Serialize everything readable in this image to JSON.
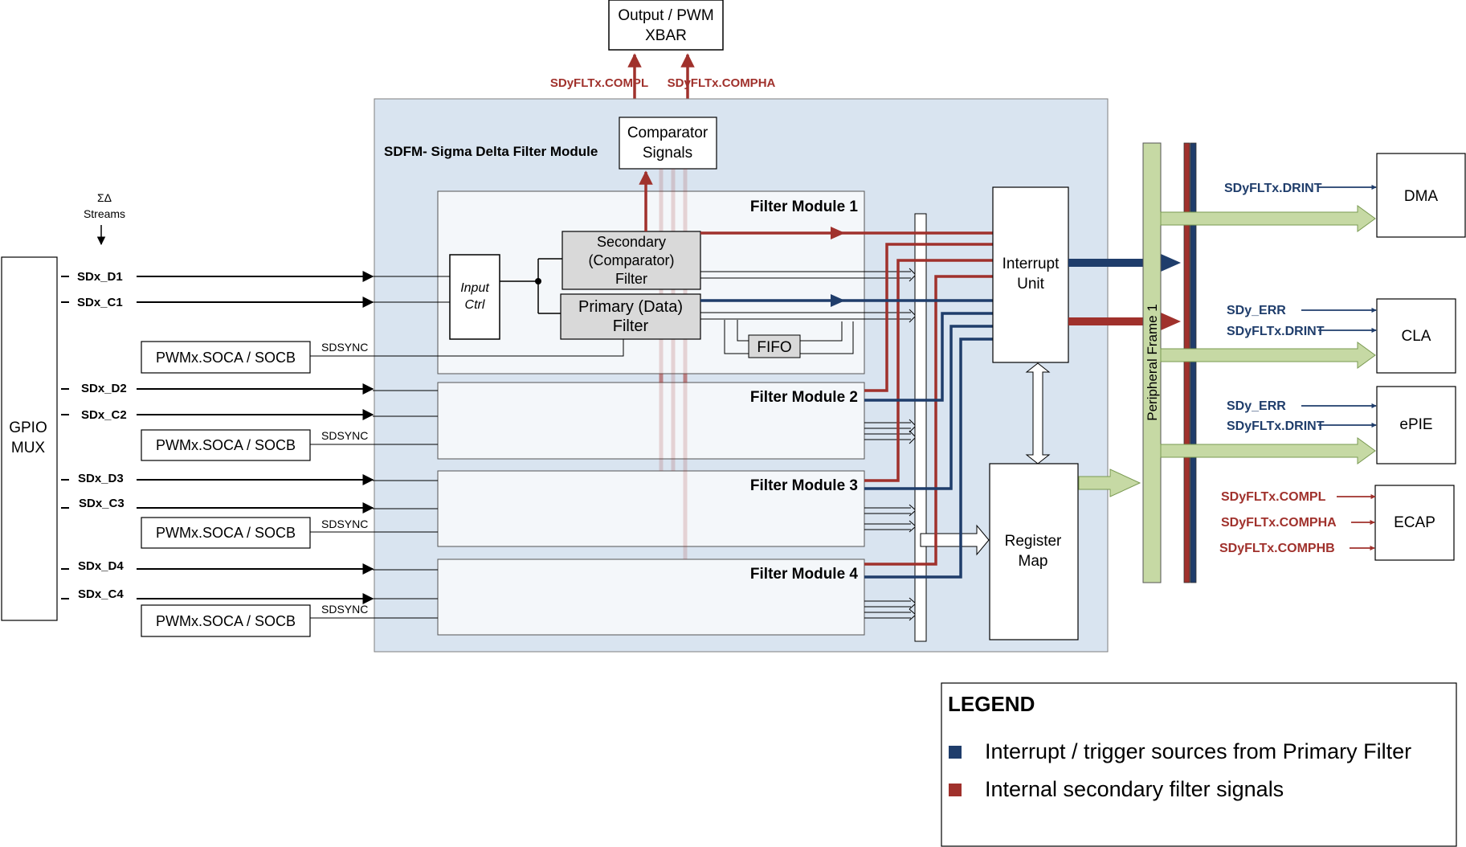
{
  "output_xbar": {
    "line1": "Output / PWM",
    "line2": "XBAR"
  },
  "xbar_signals": {
    "compl": "SDyFLTx.COMPL",
    "compha": "SDyFLTx.COMPHA"
  },
  "module_title": "SDFM- Sigma Delta Filter Module",
  "comparator_signals": {
    "line1": "Comparator",
    "line2": "Signals"
  },
  "sigma_delta": {
    "line1": "ΣΔ",
    "line2": "Streams"
  },
  "gpio_mux": {
    "line1": "GPIO",
    "line2": "MUX"
  },
  "input_pins": [
    "SDx_D1",
    "SDx_C1",
    "SDx_D2",
    "SDx_C2",
    "SDx_D3",
    "SDx_C3",
    "SDx_D4",
    "SDx_C4"
  ],
  "pwm_label": "PWMx.SOCA / SOCB",
  "sdsync_label": "SDSYNC",
  "filter_modules": [
    "Filter Module 1",
    "Filter Module 2",
    "Filter Module 3",
    "Filter Module 4"
  ],
  "input_ctrl": {
    "line1": "Input",
    "line2": "Ctrl"
  },
  "secondary_filter": {
    "line1": "Secondary",
    "line2": "(Comparator)",
    "line3": "Filter"
  },
  "primary_filter": {
    "line1": "Primary (Data)",
    "line2": "Filter"
  },
  "fifo": "FIFO",
  "interrupt_unit": {
    "line1": "Interrupt",
    "line2": "Unit"
  },
  "register_map": {
    "line1": "Register",
    "line2": "Map"
  },
  "peripheral_frame": "Peripheral Frame 1",
  "targets": {
    "dma": {
      "label": "DMA",
      "signals": [
        "SDyFLTx.DRINT"
      ]
    },
    "cla": {
      "label": "CLA",
      "signals": [
        "SDy_ERR",
        "SDyFLTx.DRINT"
      ]
    },
    "epie": {
      "label": "ePIE",
      "signals": [
        "SDy_ERR",
        "SDyFLTx.DRINT"
      ]
    },
    "ecap": {
      "label": "ECAP",
      "signals": [
        "SDyFLTx.COMPL",
        "SDyFLTx.COMPHA",
        "SDyFLTx.COMPHB"
      ]
    }
  },
  "legend": {
    "title": "LEGEND",
    "items": [
      {
        "label": "Interrupt / trigger sources from Primary Filter",
        "color": "#1f3d6b"
      },
      {
        "label": "Internal secondary filter signals",
        "color": "#a0312c"
      }
    ]
  },
  "colors": {
    "interrupt": "#1f3d6b",
    "secondary": "#a0312c",
    "module_bg": "#d9e4f0",
    "bus_green": "#c6d9a4"
  }
}
